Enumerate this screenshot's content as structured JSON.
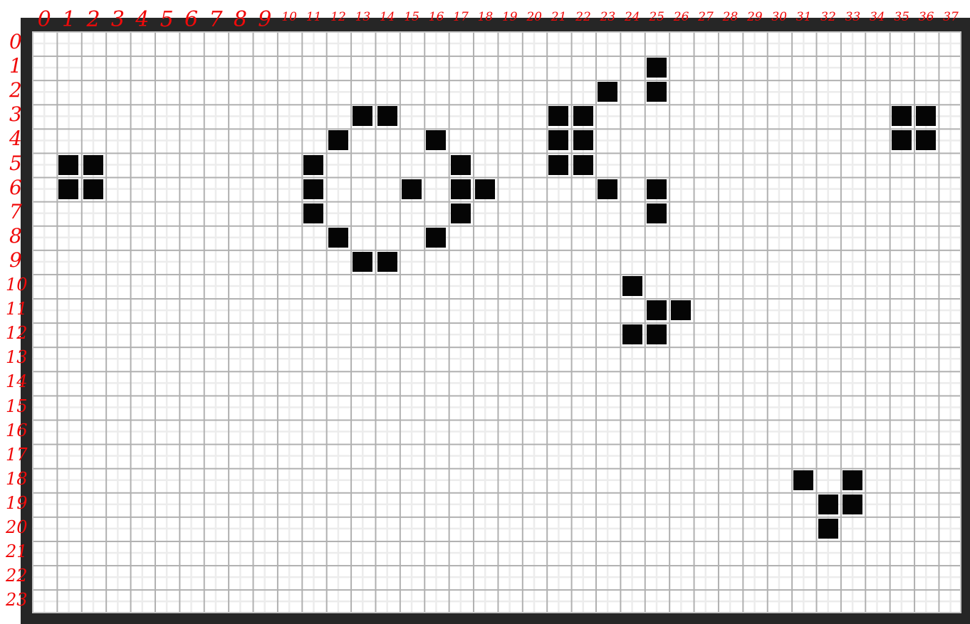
{
  "grid": {
    "columns": 38,
    "rows": 24,
    "live_color": "#050505",
    "background_color": "#ffffff",
    "gridline_color": "#b0b0b0",
    "frame_color": "#262626",
    "annotation_color": "#f00a0a",
    "live_cells": [
      [
        1,
        5
      ],
      [
        2,
        5
      ],
      [
        1,
        6
      ],
      [
        2,
        6
      ],
      [
        13,
        3
      ],
      [
        14,
        3
      ],
      [
        12,
        4
      ],
      [
        16,
        4
      ],
      [
        11,
        5
      ],
      [
        17,
        5
      ],
      [
        11,
        6
      ],
      [
        15,
        6
      ],
      [
        17,
        6
      ],
      [
        18,
        6
      ],
      [
        11,
        7
      ],
      [
        17,
        7
      ],
      [
        12,
        8
      ],
      [
        16,
        8
      ],
      [
        13,
        9
      ],
      [
        14,
        9
      ],
      [
        25,
        1
      ],
      [
        23,
        2
      ],
      [
        25,
        2
      ],
      [
        21,
        3
      ],
      [
        22,
        3
      ],
      [
        21,
        4
      ],
      [
        22,
        4
      ],
      [
        21,
        5
      ],
      [
        22,
        5
      ],
      [
        23,
        6
      ],
      [
        25,
        6
      ],
      [
        25,
        7
      ],
      [
        35,
        3
      ],
      [
        36,
        3
      ],
      [
        35,
        4
      ],
      [
        36,
        4
      ],
      [
        24,
        10
      ],
      [
        25,
        11
      ],
      [
        26,
        11
      ],
      [
        24,
        12
      ],
      [
        25,
        12
      ],
      [
        31,
        18
      ],
      [
        33,
        18
      ],
      [
        32,
        19
      ],
      [
        33,
        19
      ],
      [
        32,
        20
      ]
    ]
  },
  "annotations": {
    "column_labels": [
      "0",
      "1",
      "2",
      "3",
      "4",
      "5",
      "6",
      "7",
      "8",
      "9",
      "10",
      "11",
      "12",
      "13",
      "14",
      "15",
      "16",
      "17",
      "18",
      "19",
      "20",
      "21",
      "22",
      "23",
      "24",
      "25",
      "26",
      "27",
      "28",
      "29",
      "30",
      "31",
      "32",
      "33",
      "34",
      "35",
      "36",
      "37"
    ],
    "row_labels": [
      "0",
      "1",
      "2",
      "3",
      "4",
      "5",
      "6",
      "7",
      "8",
      "9",
      "10",
      "11",
      "12",
      "13",
      "14",
      "15",
      "16",
      "17",
      "18",
      "19",
      "20",
      "21",
      "22",
      "23"
    ]
  }
}
